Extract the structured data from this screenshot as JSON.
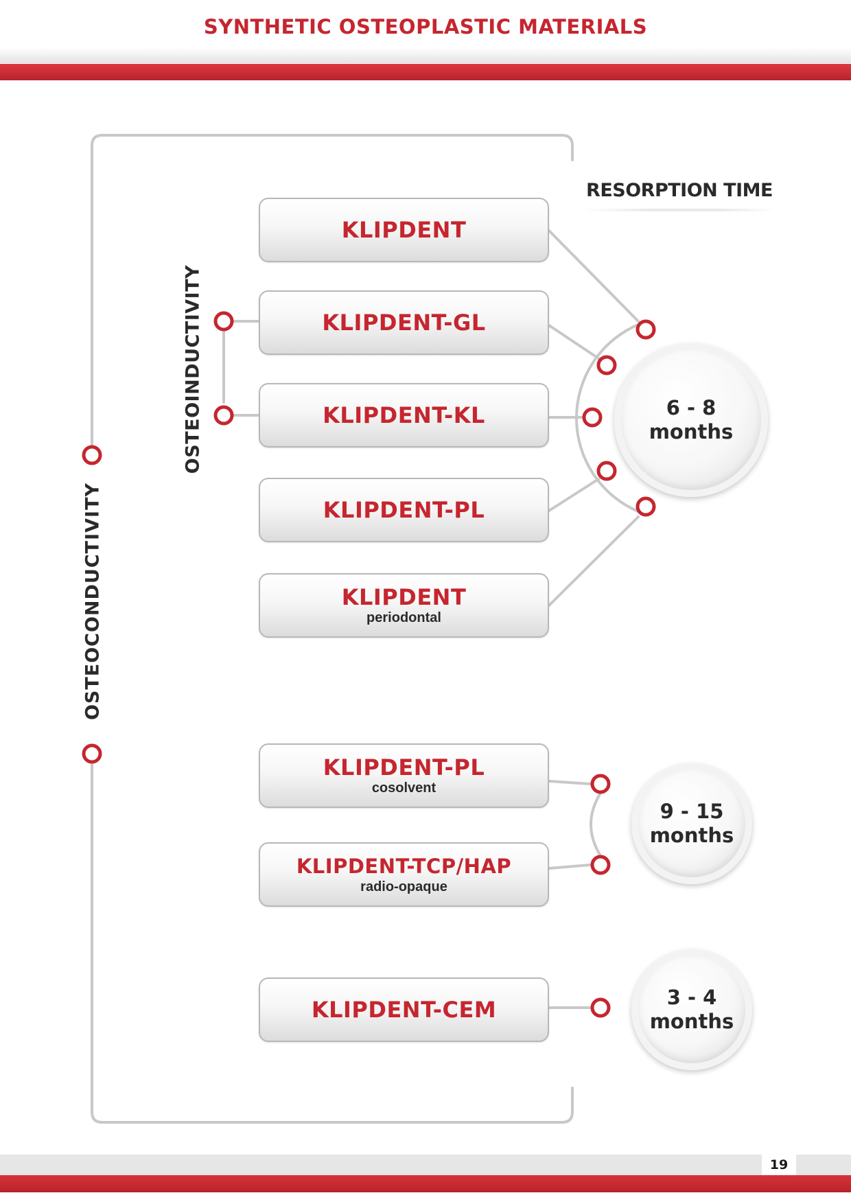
{
  "header": {
    "title": "SYNTHETIC OSTEOPLASTIC MATERIALS"
  },
  "labels": {
    "osteoconductivity": "OSTEOCONDUCTIVITY",
    "osteoinductivity": "OSTEOINDUCTIVITY",
    "resorption_time": "RESORPTION TIME"
  },
  "products": [
    {
      "name": "KLIPDENT",
      "sub": ""
    },
    {
      "name": "KLIPDENT-GL",
      "sub": ""
    },
    {
      "name": "KLIPDENT-KL",
      "sub": ""
    },
    {
      "name": "KLIPDENT-PL",
      "sub": ""
    },
    {
      "name": "KLIPDENT",
      "sub": "periodontal"
    },
    {
      "name": "KLIPDENT-PL",
      "sub": "cosolvent"
    },
    {
      "name": "KLIPDENT-TCP/HAP",
      "sub": "radio-opaque"
    },
    {
      "name": "KLIPDENT-CEM",
      "sub": ""
    }
  ],
  "resorption_groups": [
    {
      "range": "6 - 8",
      "unit": "months"
    },
    {
      "range": "9 - 15",
      "unit": "months"
    },
    {
      "range": "3 - 4",
      "unit": "months"
    }
  ],
  "colors": {
    "accent_red": "#c5262f",
    "line_gray": "#c8c8c8",
    "text_dark": "#2a2a2a"
  },
  "footer": {
    "page_number": "19"
  }
}
